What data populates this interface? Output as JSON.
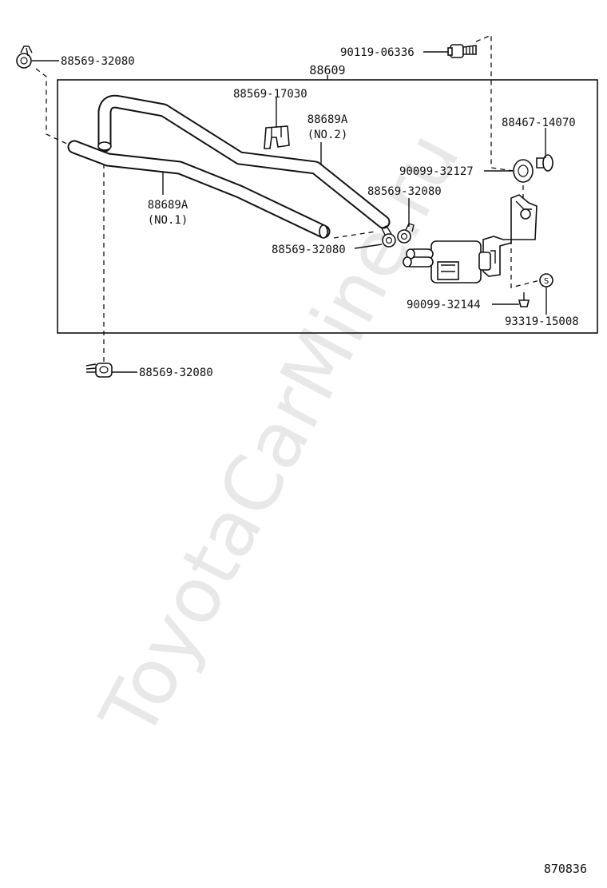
{
  "watermark": "ToyotaCarMine.ru",
  "figure_code": "870836",
  "assembly_number": "88609",
  "labels": {
    "clamp_top_left": "88569-32080",
    "bolt": "90119-06336",
    "clamp_upper_middle": "88569-17030",
    "hose_no2_part": "88689A",
    "hose_no2_name": "(NO.2)",
    "bracket_part": "88467-14070",
    "grommet": "90099-32127",
    "clamp_right_upper": "88569-32080",
    "hose_no1_part": "88689A",
    "hose_no1_name": "(NO.1)",
    "clamp_right_lower": "88569-32080",
    "screw": "90099-32144",
    "washer": "93319-15008",
    "clamp_bottom": "88569-32080"
  },
  "icons": {
    "clamp": "spring-hose-clamp-icon",
    "bolt": "flange-bolt-icon",
    "valve": "vacuum-switching-valve-icon",
    "bracket": "mounting-bracket-icon",
    "grommet": "rubber-grommet-icon",
    "washer": "washer-icon",
    "screw": "screw-icon"
  }
}
